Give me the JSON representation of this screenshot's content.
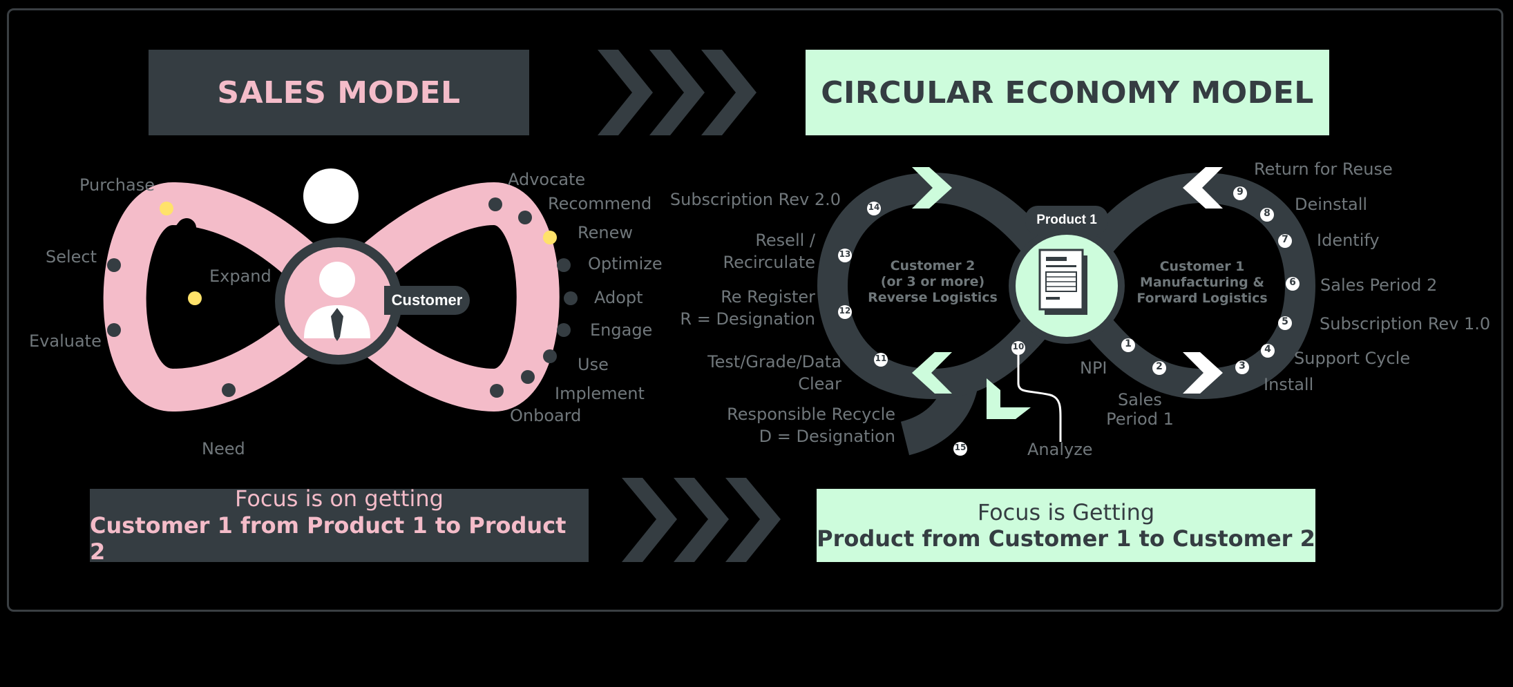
{
  "sales": {
    "title": "SALES MODEL",
    "customer_label": "Customer",
    "stages": {
      "purchase": "Purchase",
      "select": "Select",
      "evaluate": "Evaluate",
      "expand": "Expand",
      "need": "Need",
      "advocate": "Advocate",
      "recommend": "Recommend",
      "renew": "Renew",
      "optimize": "Optimize",
      "adopt": "Adopt",
      "engage": "Engage",
      "use": "Use",
      "implement": "Implement",
      "onboard": "Onboard"
    },
    "focus_line1": "Focus is on getting",
    "focus_line2": "Customer 1 from Product 1 to Product 2"
  },
  "circular": {
    "title": "CIRCULAR ECONOMY MODEL",
    "product_label": "Product 1",
    "left_loop_label": [
      "Customer 2",
      "(or 3 or more)",
      "Reverse Logistics"
    ],
    "right_loop_label": [
      "Customer 1",
      "Manufacturing &",
      "Forward Logistics"
    ],
    "steps": {
      "s1": "1",
      "s2": "2",
      "s3": "3",
      "s4": "4",
      "s5": "5",
      "s6": "6",
      "s7": "7",
      "s8": "8",
      "s9": "9",
      "s10": "10",
      "s11": "11",
      "s12": "12",
      "s13": "13",
      "s14": "14",
      "s15": "15"
    },
    "labels": {
      "return_for_reuse": "Return for Reuse",
      "deinstall": "Deinstall",
      "identify": "Identify",
      "sales_period_2": "Sales Period 2",
      "subscription_rev_1": "Subscription Rev 1.0",
      "support_cycle": "Support Cycle",
      "install": "Install",
      "sales_period_1_a": "Sales",
      "sales_period_1_b": "Period 1",
      "npi": "NPI",
      "analyze": "Analyze",
      "subscription_rev_2": "Subscription Rev 2.0",
      "resell_a": "Resell /",
      "resell_b": "Recirculate",
      "reregister_a": "Re Register",
      "reregister_b": "R = Designation",
      "testgrade_a": "Test/Grade/Data",
      "testgrade_b": "Clear",
      "recycle_a": "Responsible Recycle",
      "recycle_b": "D = Designation"
    },
    "focus_line1": "Focus is Getting",
    "focus_line2": "Product from Customer 1 to Customer 2"
  },
  "colors": {
    "pink": "#f4bcc9",
    "mint": "#cdfcdc",
    "slate": "#353d42",
    "yellow": "#ffe26a",
    "label_gray": "#70777b"
  }
}
